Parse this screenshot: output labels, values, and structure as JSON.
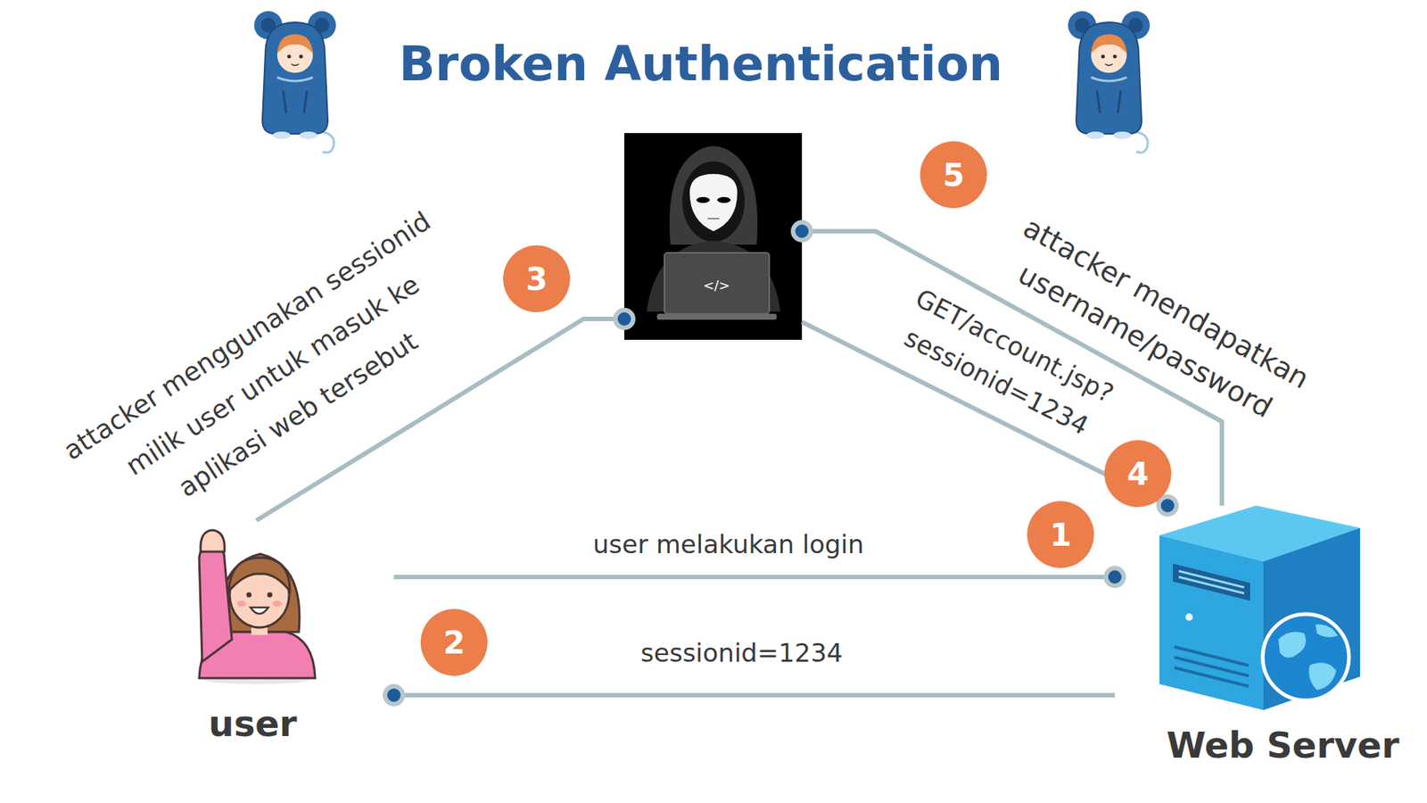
{
  "diagram": {
    "title": "Broken Authentication",
    "nodes": [
      {
        "text": [
          "</>"
        ]
      },
      {
        "text": [
          "user"
        ]
      },
      {
        "text": [
          "Web Server"
        ]
      }
    ],
    "edges": [
      {
        "from": 1,
        "to": 2,
        "arrow": "to",
        "label": "user melakukan login"
      },
      {
        "from": 2,
        "to": 1,
        "arrow": "to",
        "label": "sessionid=1234"
      },
      {
        "from": 1,
        "to": 0,
        "arrow": "to",
        "label": "attacker menggunakan sessionid milik user untuk masuk ke aplikasi web tersebut"
      },
      {
        "from": 0,
        "to": 2,
        "arrow": "to",
        "label": "GET/account.jsp? sessionid=1234"
      },
      {
        "from": 2,
        "to": 0,
        "arrow": "to",
        "label": "attacker mendapatkan username/password"
      }
    ],
    "labels": [
      "1",
      "2",
      "3",
      "4",
      "5"
    ]
  }
}
